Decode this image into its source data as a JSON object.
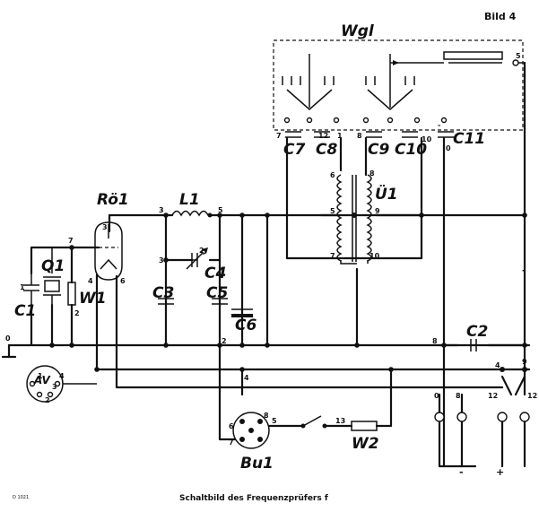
{
  "header": {
    "figure_label": "Bild 4"
  },
  "caption": {
    "title": "Schaltbild des Frequenzprüfers f",
    "code": "D 1021"
  },
  "components": {
    "tube": "Rö1",
    "coil": "L1",
    "transformer": "Ü1",
    "switch_group": "Wgl",
    "socket": "Bu1",
    "resistor1": "W1",
    "resistor2": "W2",
    "av_socket": "AV",
    "capacitors": {
      "c1": "C1",
      "q1": "Q1",
      "c2": "C2",
      "c3": "C3",
      "c4": "C4",
      "c5": "C5",
      "c6": "C6",
      "c7": "C7",
      "c8": "C8",
      "c9": "C9",
      "c10": "C10",
      "c11": "C11"
    }
  },
  "pins": {
    "tube_3": "3",
    "tube_4": "4",
    "tube_6": "6",
    "n7": "7",
    "c1_1": "1",
    "w1_2": "2",
    "gnd_0": "0",
    "av_1": "1",
    "av_2": "2",
    "av_3": "3",
    "av_4": "4",
    "l1_3": "3",
    "l1_5": "5",
    "c4_3": "3",
    "c4_2": "2",
    "bus_2": "2",
    "c7_7": "7",
    "c8_1": "1",
    "c9_8": "8",
    "c10_10": "10",
    "c11_0": "0",
    "wgl_5": "5",
    "wgl_12": "12",
    "u_6": "6",
    "u_8": "8",
    "u_5": "5",
    "u_9": "9",
    "u_7": "7",
    "u_10": "10",
    "bu_4": "4",
    "bu_5": "5",
    "bu_6": "6",
    "bu_7": "7",
    "bu_8": "8",
    "w2_13": "13",
    "c2_8": "8",
    "term_4": "4",
    "term_9": "9",
    "out_0": "0",
    "out_8": "8",
    "out_12a": "12",
    "out_12b": "12"
  },
  "polarity": {
    "minus_top": "-",
    "minus_bottom": "-",
    "plus_right": "-",
    "plus_bottom": "+"
  }
}
